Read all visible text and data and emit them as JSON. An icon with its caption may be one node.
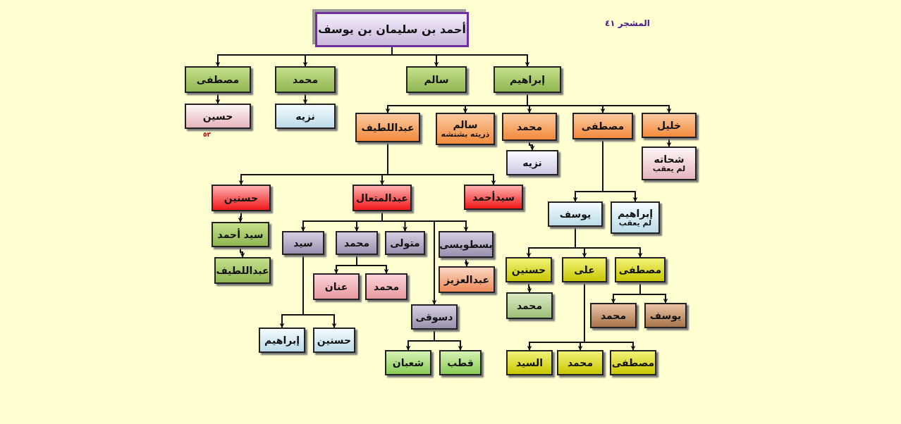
{
  "diagram": {
    "nodes": [
      {
        "text": [
          "أحمد بن سليمان بن يوسف"
        ]
      },
      {
        "text": [
          "مصطفى"
        ]
      },
      {
        "text": [
          "محمد"
        ]
      },
      {
        "text": [
          "سالم"
        ]
      },
      {
        "text": [
          "إبراهيم"
        ]
      },
      {
        "text": [
          "حسين"
        ]
      },
      {
        "text": [
          "نزيه"
        ]
      },
      {
        "text": [
          "عبداللطيف"
        ]
      },
      {
        "text": [
          "سالم",
          "ذريته بشنشه"
        ]
      },
      {
        "text": [
          "محمد"
        ]
      },
      {
        "text": [
          "مصطفى"
        ]
      },
      {
        "text": [
          "خليل"
        ]
      },
      {
        "text": [
          "نزيه"
        ]
      },
      {
        "text": [
          "شحاته",
          "لم يعقب"
        ]
      },
      {
        "text": [
          "حسنين"
        ]
      },
      {
        "text": [
          "عبدالمتعال"
        ]
      },
      {
        "text": [
          "سيدأحمد"
        ]
      },
      {
        "text": [
          "يوسف"
        ]
      },
      {
        "text": [
          "إبراهيم",
          "لم يعقب"
        ]
      },
      {
        "text": [
          "سيد أحمد"
        ]
      },
      {
        "text": [
          "سيد"
        ]
      },
      {
        "text": [
          "محمد"
        ]
      },
      {
        "text": [
          "متولى"
        ]
      },
      {
        "text": [
          "بسطويسى"
        ]
      },
      {
        "text": [
          "عبداللطيف"
        ]
      },
      {
        "text": [
          "حسنين"
        ]
      },
      {
        "text": [
          "على"
        ]
      },
      {
        "text": [
          "مصطفى"
        ]
      },
      {
        "text": [
          "عنان"
        ]
      },
      {
        "text": [
          "محمد"
        ]
      },
      {
        "text": [
          "عبدالعزيز"
        ]
      },
      {
        "text": [
          "محمد"
        ]
      },
      {
        "text": [
          "محمد"
        ]
      },
      {
        "text": [
          "يوسف"
        ]
      },
      {
        "text": [
          "دسوقى"
        ]
      },
      {
        "text": [
          "إبراهيم"
        ]
      },
      {
        "text": [
          "حسنين"
        ]
      },
      {
        "text": [
          "شعبان"
        ]
      },
      {
        "text": [
          "قطب"
        ]
      },
      {
        "text": [
          "السيد"
        ]
      },
      {
        "text": [
          "محمد"
        ]
      },
      {
        "text": [
          "مصطفى"
        ]
      }
    ],
    "edges": [
      {
        "from": 0,
        "to": 1,
        "arrow": "to"
      },
      {
        "from": 0,
        "to": 2,
        "arrow": "to"
      },
      {
        "from": 0,
        "to": 3,
        "arrow": "to"
      },
      {
        "from": 0,
        "to": 4,
        "arrow": "to"
      },
      {
        "from": 1,
        "to": 5,
        "arrow": "to"
      },
      {
        "from": 2,
        "to": 6,
        "arrow": "to"
      },
      {
        "from": 4,
        "to": 7,
        "arrow": "to"
      },
      {
        "from": 4,
        "to": 8,
        "arrow": "to"
      },
      {
        "from": 4,
        "to": 9,
        "arrow": "to"
      },
      {
        "from": 4,
        "to": 10,
        "arrow": "to"
      },
      {
        "from": 4,
        "to": 11,
        "arrow": "to"
      },
      {
        "from": 9,
        "to": 12,
        "arrow": "to"
      },
      {
        "from": 11,
        "to": 13,
        "arrow": "to"
      },
      {
        "from": 7,
        "to": 14,
        "arrow": "to"
      },
      {
        "from": 7,
        "to": 15,
        "arrow": "to"
      },
      {
        "from": 7,
        "to": 16,
        "arrow": "to"
      },
      {
        "from": 10,
        "to": 17,
        "arrow": "to"
      },
      {
        "from": 10,
        "to": 18,
        "arrow": "to"
      },
      {
        "from": 14,
        "to": 19,
        "arrow": "to"
      },
      {
        "from": 15,
        "to": 20,
        "arrow": "to"
      },
      {
        "from": 15,
        "to": 21,
        "arrow": "to"
      },
      {
        "from": 15,
        "to": 22,
        "arrow": "to"
      },
      {
        "from": 15,
        "to": 23,
        "arrow": "to"
      },
      {
        "from": 15,
        "to": 34,
        "arrow": "to"
      },
      {
        "from": 19,
        "to": 24,
        "arrow": "to"
      },
      {
        "from": 17,
        "to": 25,
        "arrow": "to"
      },
      {
        "from": 17,
        "to": 26,
        "arrow": "to"
      },
      {
        "from": 17,
        "to": 27,
        "arrow": "to"
      },
      {
        "from": 21,
        "to": 28,
        "arrow": "to"
      },
      {
        "from": 21,
        "to": 29,
        "arrow": "to"
      },
      {
        "from": 23,
        "to": 30,
        "arrow": "to"
      },
      {
        "from": 25,
        "to": 31,
        "arrow": "to"
      },
      {
        "from": 27,
        "to": 32,
        "arrow": "to"
      },
      {
        "from": 27,
        "to": 33,
        "arrow": "to"
      },
      {
        "from": 20,
        "to": 35,
        "arrow": "to"
      },
      {
        "from": 20,
        "to": 36,
        "arrow": "to"
      },
      {
        "from": 34,
        "to": 37,
        "arrow": "to"
      },
      {
        "from": 34,
        "to": 38,
        "arrow": "to"
      },
      {
        "from": 26,
        "to": 39,
        "arrow": "to"
      },
      {
        "from": 26,
        "to": 40,
        "arrow": "to"
      },
      {
        "from": 26,
        "to": 41,
        "arrow": "to"
      }
    ],
    "labels": [
      "المشجر ٤١",
      "٥٢"
    ]
  }
}
